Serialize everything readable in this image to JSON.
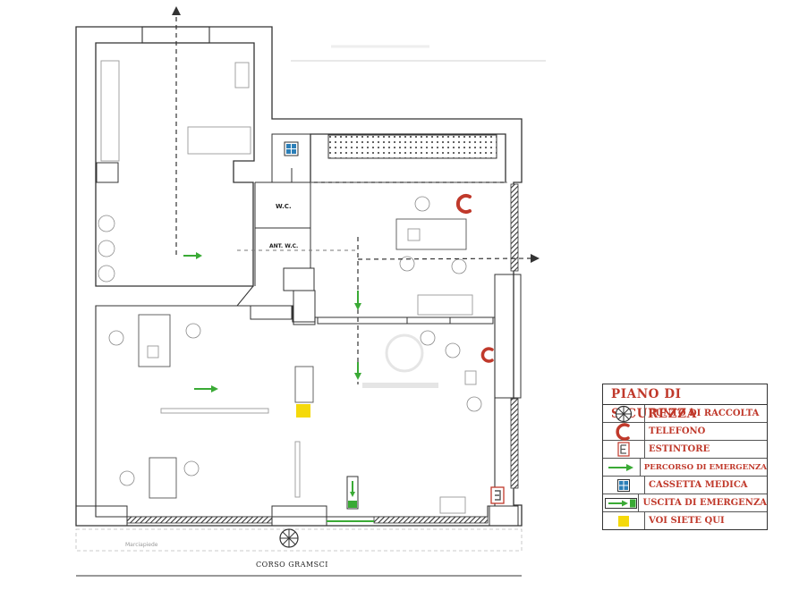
{
  "plan": {
    "rooms": {
      "wc": "W.C.",
      "anti_wc": "ANT. W.C."
    },
    "street": "CORSO GRAMSCI",
    "sidewalk": "Marciapiede"
  },
  "legend": {
    "title": "PIANO DI SICUREZZA",
    "items": [
      {
        "icon": "assembly-point-icon",
        "label": "PUNTO DI RACCOLTA"
      },
      {
        "icon": "phone-icon",
        "label": "TELEFONO"
      },
      {
        "icon": "fire-extinguisher-icon",
        "label": "ESTINTORE"
      },
      {
        "icon": "emergency-path-arrow-icon",
        "label": "PERCORSO DI EMERGENZA"
      },
      {
        "icon": "first-aid-box-icon",
        "label": "CASSETTA MEDICA"
      },
      {
        "icon": "emergency-exit-icon",
        "label": "USCITA DI EMERGENZA"
      },
      {
        "icon": "you-are-here-icon",
        "label": "VOI SIETE QUI"
      }
    ]
  },
  "colors": {
    "wall": "#333333",
    "path_arrow": "#3aaa35",
    "phone": "#c0392b",
    "you_are_here": "#f5d90a",
    "legend_text": "#c0392b",
    "first_aid": "#2c7fb8"
  }
}
